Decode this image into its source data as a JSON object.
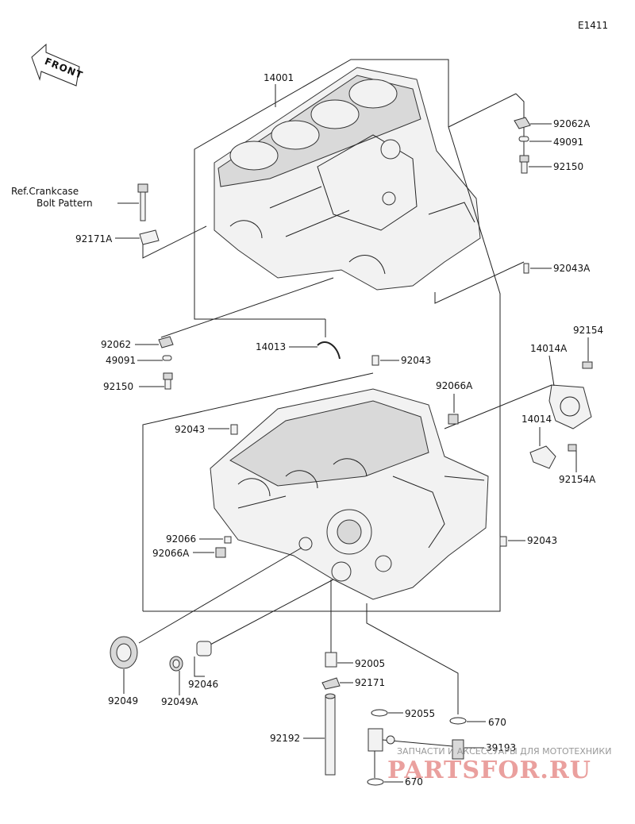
{
  "diagram_code": "E1411",
  "front_label": "FRONT",
  "watermark": {
    "line1": "ЗАПЧАСТИ И АКСЕССУАРЫ ДЛЯ МОТОТЕХНИКИ",
    "line2": "PARTSFOR.RU"
  },
  "parts": {
    "p14001": "14001",
    "p92062A": "92062A",
    "p49091_top": "49091",
    "p92150_top": "92150",
    "ref_line1": "Ref.Crankcase",
    "ref_line2": "Bolt Pattern",
    "p92171A": "92171A",
    "p92043A": "92043A",
    "p92062": "92062",
    "p49091": "49091",
    "p92150": "92150",
    "p14013": "14013",
    "p92043_a": "92043",
    "p92154": "92154",
    "p14014A": "14014A",
    "p92066A_top": "92066A",
    "p92043_b": "92043",
    "p14014": "14014",
    "p92154A": "92154A",
    "p92066": "92066",
    "p92066A": "92066A",
    "p92043_c": "92043",
    "p92005": "92005",
    "p92171": "92171",
    "p92046": "92046",
    "p92049": "92049",
    "p92049A": "92049A",
    "p92055": "92055",
    "p670_top": "670",
    "p92192": "92192",
    "p39193": "39193",
    "p670_bottom": "670"
  }
}
